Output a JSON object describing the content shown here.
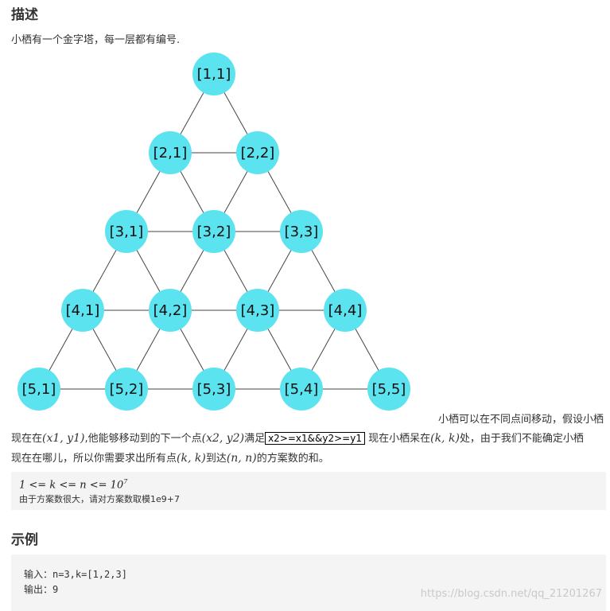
{
  "description": {
    "heading": "描述",
    "intro": "小栖有一个金字塔，每一层都有编号."
  },
  "pyramid": {
    "node_color": "#5ce3f0",
    "labels": [
      [
        "[1,1]"
      ],
      [
        "[2,1]",
        "[2,2]"
      ],
      [
        "[3,1]",
        "[3,2]",
        "[3,3]"
      ],
      [
        "[4,1]",
        "[4,2]",
        "[4,3]",
        "[4,4]"
      ],
      [
        "[5,1]",
        "[5,2]",
        "[5,3]",
        "[5,4]",
        "[5,5]"
      ]
    ]
  },
  "problem": {
    "line1": "小栖可以在不同点间移动，假设小栖",
    "line2": {
      "p1": "现在在",
      "m1": "(x1, y1)",
      "p2": ",他能够移动到的下一个点",
      "m2": "(x2, y2)",
      "p3": "满足",
      "boxed": "x2>=x1&&y2>=y1",
      "p4": " 现在小栖呆在",
      "m3": "(k, k)",
      "p5": "处，由于我们不能确定小栖"
    },
    "line3": {
      "p1": "现在在哪儿，所以你需要求出所有点",
      "m1": "(k, k)",
      "p2": "到达",
      "m2": "(n, n)",
      "p3": "的方案数的和。"
    }
  },
  "constraints": {
    "math_base": "1 <= k <= n <= 10",
    "math_exp": "7",
    "note": "由于方案数很大，请对方案数取模1e9+7"
  },
  "example": {
    "heading": "示例",
    "input": "输入：n=3,k=[1,2,3]",
    "output": "输出：9"
  },
  "watermark": "https://blog.csdn.net/qq_21201267"
}
